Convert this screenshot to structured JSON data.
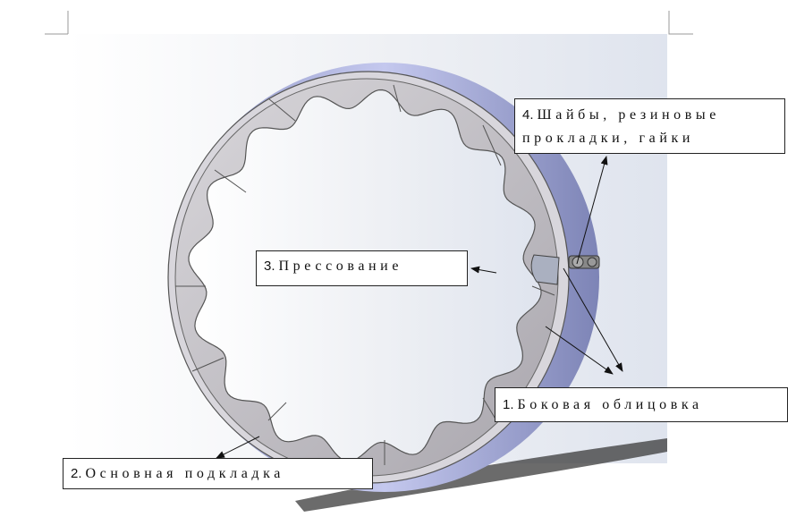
{
  "labels": {
    "l1": {
      "num": "1.",
      "text": "Боковая облицовка"
    },
    "l2": {
      "num": "2.",
      "text": "Основная подкладка"
    },
    "l3": {
      "num": "3.",
      "text": "Прессование"
    },
    "l4": {
      "num": "4.",
      "line1": "Шайбы, резиновые",
      "line2": "прокладки, гайки"
    }
  },
  "colors": {
    "ring_face": "#c8c6cc",
    "ring_outer": "#b8bde8",
    "arrow": "#111111"
  }
}
